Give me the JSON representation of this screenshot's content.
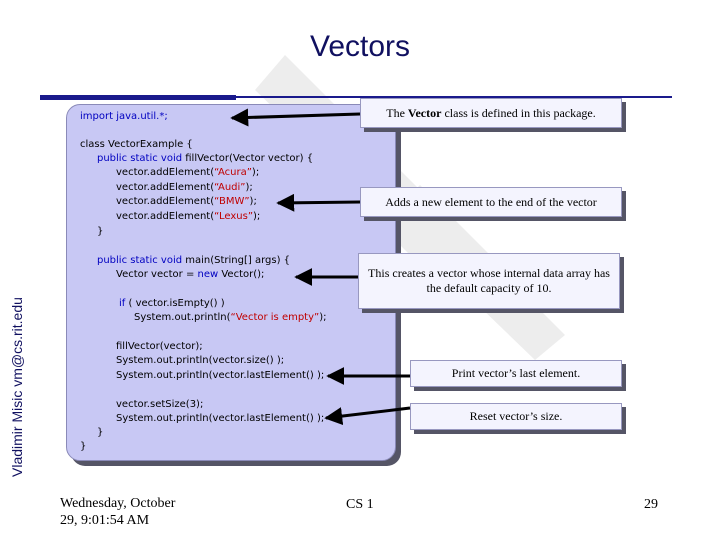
{
  "slide": {
    "title": "Vectors",
    "author_vertical": "Vladimir Misic vm@cs.rit.edu"
  },
  "code": {
    "lines": [
      [
        {
          "t": "import java.util.*;",
          "c": "kw"
        }
      ],
      [
        {
          "t": "class VectorExample {",
          "c": "plain"
        }
      ],
      [
        {
          "t": "public static void ",
          "c": "kw"
        },
        {
          "t": "fillVector(Vector vector) {",
          "c": "plain"
        }
      ],
      [
        {
          "t": "vector.addElement(",
          "c": "plain"
        },
        {
          "t": "“Acura”",
          "c": "str"
        },
        {
          "t": ");",
          "c": "plain"
        }
      ],
      [
        {
          "t": "vector.addElement(",
          "c": "plain"
        },
        {
          "t": "“Audi”",
          "c": "str"
        },
        {
          "t": ");",
          "c": "plain"
        }
      ],
      [
        {
          "t": "vector.addElement(",
          "c": "plain"
        },
        {
          "t": "“BMW”",
          "c": "str"
        },
        {
          "t": ");",
          "c": "plain"
        }
      ],
      [
        {
          "t": "vector.addElement(",
          "c": "plain"
        },
        {
          "t": "“Lexus”",
          "c": "str"
        },
        {
          "t": ");",
          "c": "plain"
        }
      ],
      [
        {
          "t": "}",
          "c": "plain"
        }
      ],
      [
        {
          "t": "public static void ",
          "c": "kw"
        },
        {
          "t": "main(String[] args) {",
          "c": "plain"
        }
      ],
      [
        {
          "t": "Vector vector = ",
          "c": "plain"
        },
        {
          "t": "new ",
          "c": "kw"
        },
        {
          "t": "Vector();",
          "c": "plain"
        }
      ],
      [
        {
          "t": "if ",
          "c": "kw"
        },
        {
          "t": "( vector.isEmpty() )",
          "c": "plain"
        }
      ],
      [
        {
          "t": "System.out.println(",
          "c": "plain"
        },
        {
          "t": "“Vector is empty”",
          "c": "str"
        },
        {
          "t": ");",
          "c": "plain"
        }
      ],
      [
        {
          "t": "fillVector(vector);",
          "c": "plain"
        }
      ],
      [
        {
          "t": "System.out.println(vector.size() );",
          "c": "plain"
        }
      ],
      [
        {
          "t": "System.out.println(vector.lastElement() );",
          "c": "plain"
        }
      ],
      [
        {
          "t": "vector.setSize(3);",
          "c": "plain"
        }
      ],
      [
        {
          "t": "System.out.println(vector.lastElement() );",
          "c": "plain"
        }
      ],
      [
        {
          "t": "}",
          "c": "plain"
        }
      ],
      [
        {
          "t": "}",
          "c": "plain"
        }
      ]
    ]
  },
  "notes": {
    "package_prefix": "The ",
    "package_bold": "Vector",
    "package_suffix": " class is defined in this package.",
    "add_element": "Adds a new element to the end of the vector",
    "capacity": "This creates a vector whose internal data array has the default capacity of 10.",
    "last_element": "Print vector’s last element.",
    "reset_size": "Reset vector’s size."
  },
  "footer": {
    "date_line1": "Wednesday, October",
    "date_line2": "29, 9:01:54 AM",
    "course": "CS 1",
    "page": "29"
  },
  "colors": {
    "title": "#101060",
    "rule": "#1a1a8c",
    "code_bg": "#c8c8f4",
    "keyword": "#0000c0",
    "string": "#c00000",
    "note_bg": "#f4f4fe"
  }
}
